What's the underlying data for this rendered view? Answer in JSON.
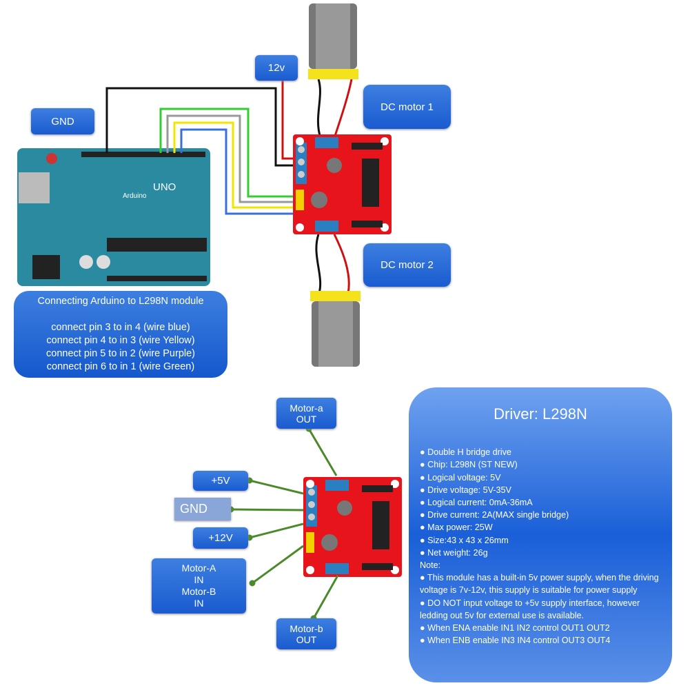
{
  "top": {
    "gnd": "GND",
    "v12": "12v",
    "motor1": "DC motor 1",
    "motor2": "DC motor 2",
    "info": {
      "title": "Connecting Arduino to L298N module",
      "lines": [
        "connect pin 3 to in 4 (wire blue)",
        "connect pin 4 to in 3 (wire Yellow)",
        "connect pin 5 to in 2 (wire Purple)",
        "connect pin 6 to in 1 (wire Green)"
      ]
    },
    "board": {
      "uno": "UNO",
      "brand": "Arduino"
    }
  },
  "wire_colors": {
    "black": "#111111",
    "red": "#d01010",
    "green": "#33cc33",
    "gray": "#999999",
    "yellow": "#f2e600",
    "blue": "#3a6fd8"
  },
  "bottom": {
    "motor_a_out": [
      "Motor-a",
      "OUT"
    ],
    "plus5v": "+5V",
    "gnd": "GND",
    "plus12v": "+12V",
    "motor_in": [
      "Motor-A",
      "IN",
      "Motor-B",
      "IN"
    ],
    "motor_b_out": [
      "Motor-b",
      "OUT"
    ]
  },
  "driver": {
    "title": "Driver: L298N",
    "specs": [
      "Double H bridge drive",
      "Chip: L298N (ST NEW)",
      "Logical voltage: 5V",
      "Drive voltage: 5V-35V",
      "Logical current: 0mA-36mA",
      "Drive current: 2A(MAX single bridge)",
      "Max power: 25W",
      "Size:43 x 43 x 26mm",
      "Net weight: 26g"
    ],
    "note_label": "Note:",
    "notes": [
      "This module has a built-in 5v power supply, when the driving voltage is 7v-12v, this supply is suitable for power supply",
      "DO NOT input voltage to +5v supply interface, however ledding out 5v for external use is available.",
      "When ENA enable IN1 IN2 control OUT1 OUT2",
      "When ENB enable IN3 IN4 control OUT3 OUT4"
    ]
  }
}
